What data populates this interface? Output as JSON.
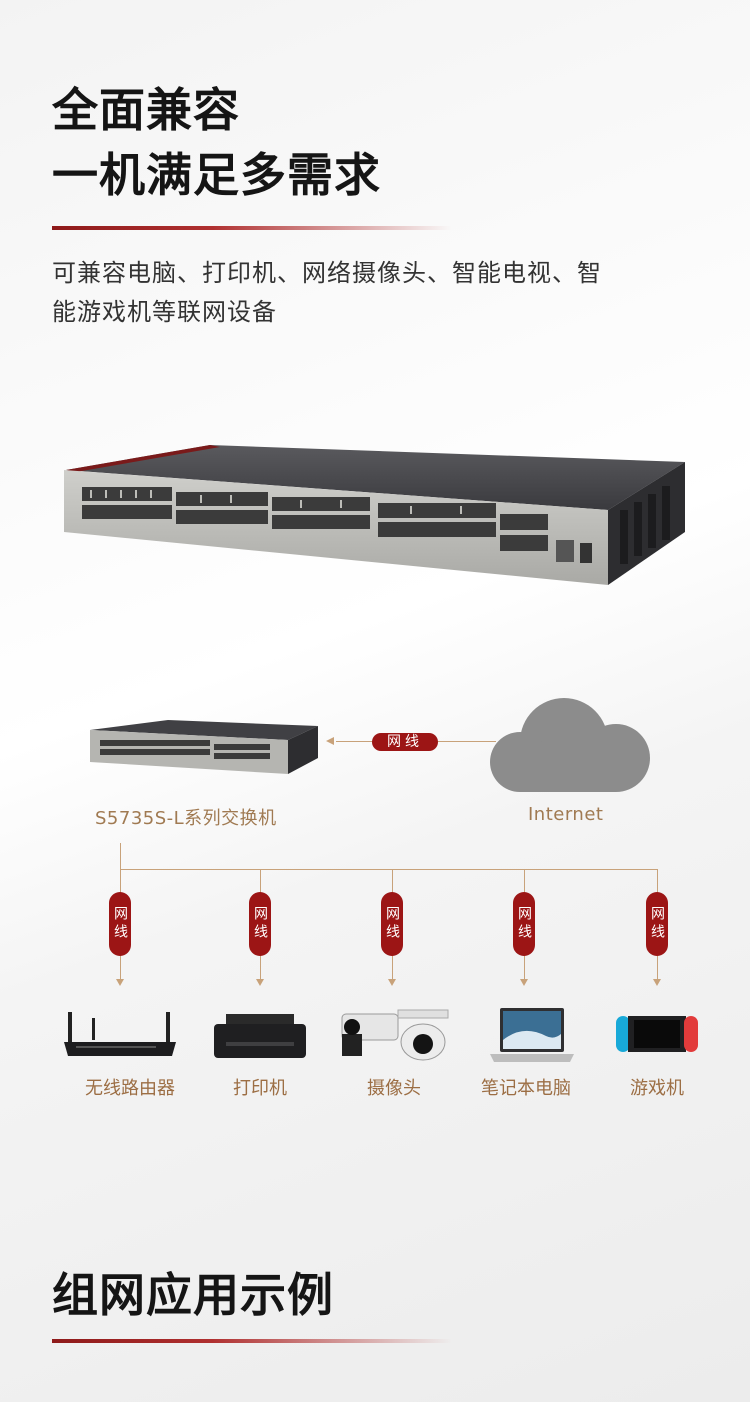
{
  "hero": {
    "title_line1": "全面兼容",
    "title_line2": "一机满足多需求",
    "description_line1": "可兼容电脑、打印机、网络摄像头、智能电视、智",
    "description_line2": "能游戏机等联网设备"
  },
  "topology": {
    "switch_label": "S5735S-L系列交换机",
    "internet_label": "Internet",
    "cable_label": "网线",
    "devices": [
      {
        "label": "无线路由器",
        "icon": "router-icon"
      },
      {
        "label": "打印机",
        "icon": "printer-icon"
      },
      {
        "label": "摄像头",
        "icon": "camera-icon"
      },
      {
        "label": "笔记本电脑",
        "icon": "laptop-icon"
      },
      {
        "label": "游戏机",
        "icon": "game-console-icon"
      }
    ]
  },
  "section2": {
    "title": "组网应用示例"
  },
  "colors": {
    "accent": "#9c1515",
    "label": "#a07a52",
    "line": "#c8a27a",
    "cloud": "#8c8c8c"
  }
}
